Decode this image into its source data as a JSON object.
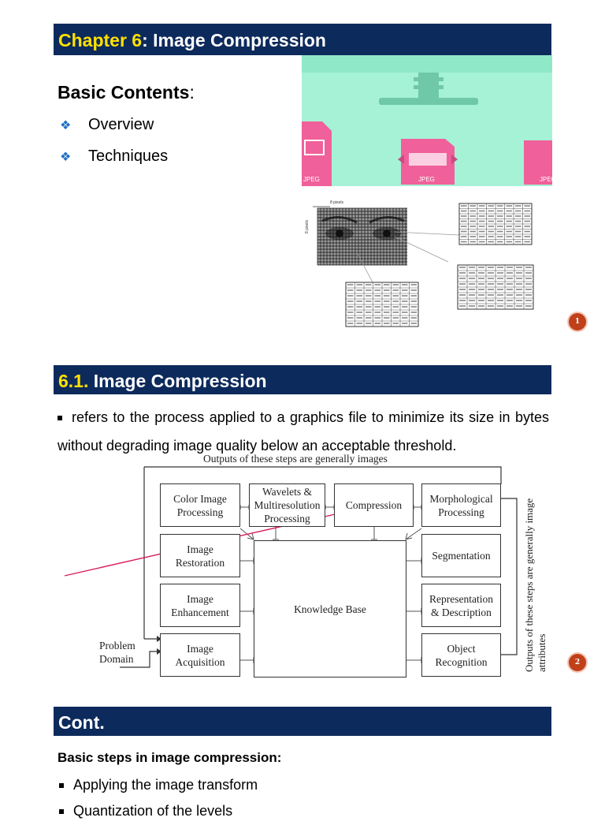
{
  "slide1": {
    "chapter_label": "Chapter 6",
    "title_rest": ": Image Compression",
    "heading": "Basic Contents",
    "heading_colon": ":",
    "items": [
      "Overview",
      "Techniques"
    ],
    "illustration": {
      "file_labels": [
        "JPEG",
        "JPEG",
        "JPEG"
      ],
      "face_dim_label": "8 pixels",
      "face_side_label": "8 pixels"
    },
    "page_number": "1"
  },
  "slide2": {
    "section_number": "6.1.",
    "section_title": " Image Compression",
    "bullet": "refers to the process applied to a graphics file to minimize its size in bytes without degrading image quality below an acceptable threshold.",
    "diagram": {
      "top_caption": "Outputs of these steps are generally images",
      "side_caption": "Outputs of these steps are generally image attributes",
      "problem_domain": "Problem\nDomain",
      "boxes": {
        "color": "Color Image\nProcessing",
        "wavelets": "Wavelets &\nMultiresolution\nProcessing",
        "compression": "Compression",
        "morph": "Morphological\nProcessing",
        "restoration": "Image\nRestoration",
        "segmentation": "Segmentation",
        "enhancement": "Image\nEnhancement",
        "knowledge": "Knowledge Base",
        "representation": "Representation\n& Description",
        "acquisition": "Image\nAcquisition",
        "recognition": "Object\nRecognition"
      }
    },
    "page_number": "2"
  },
  "slide3": {
    "title": "Cont.",
    "subheading": "Basic steps in image compression:",
    "bullets": [
      "Applying the image transform",
      "Quantization of the levels"
    ]
  },
  "colors": {
    "title_bar": "#0d2a5c",
    "highlight": "#ffe100",
    "bullet_diamond": "#1f6fc4",
    "mint": "#a6f2d6",
    "pink": "#f0609a",
    "badge": "#c0401a"
  }
}
